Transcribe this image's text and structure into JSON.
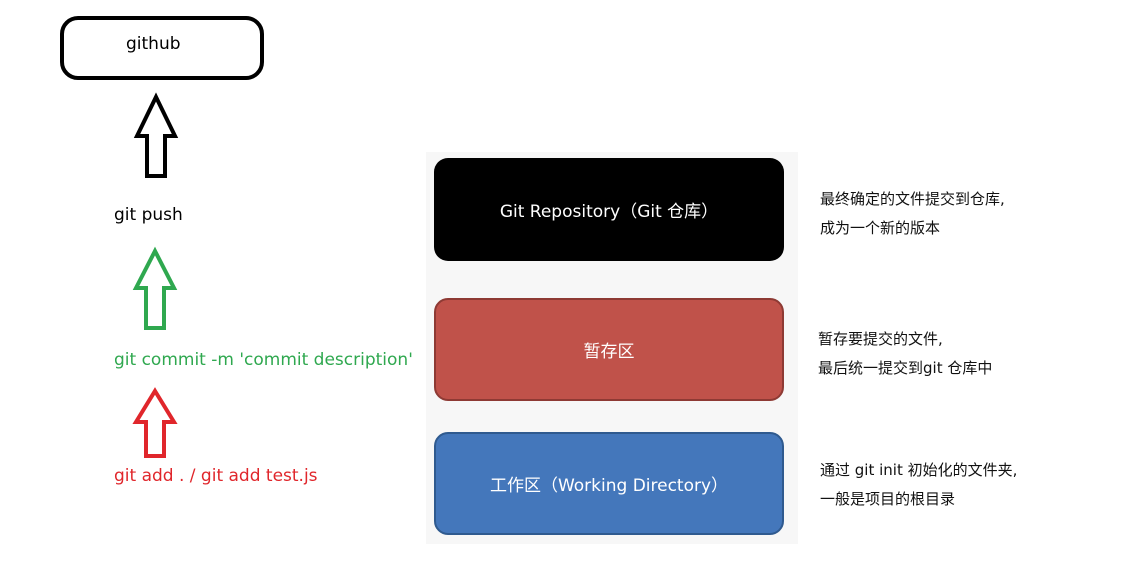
{
  "colors": {
    "push": "#000000",
    "commit": "#2fa84f",
    "add": "#e0262b",
    "repo": "#000000",
    "staging": "#c0524a",
    "working": "#4477bb"
  },
  "remote": {
    "label": "github"
  },
  "commands": {
    "push": "git push",
    "commit": "git commit -m 'commit description'",
    "add": "git add . / git add test.js"
  },
  "stages": {
    "repo": {
      "label": "Git Repository（Git 仓库）",
      "desc_line1": "最终确定的文件提交到仓库,",
      "desc_line2": "成为一个新的版本"
    },
    "staging": {
      "label": "暂存区",
      "desc_line1": "暂存要提交的文件,",
      "desc_line2": "最后统一提交到git 仓库中"
    },
    "working": {
      "label": "工作区（Working Directory）",
      "desc_line1": "通过 git init 初始化的文件夹,",
      "desc_line2": "一般是项目的根目录"
    }
  }
}
